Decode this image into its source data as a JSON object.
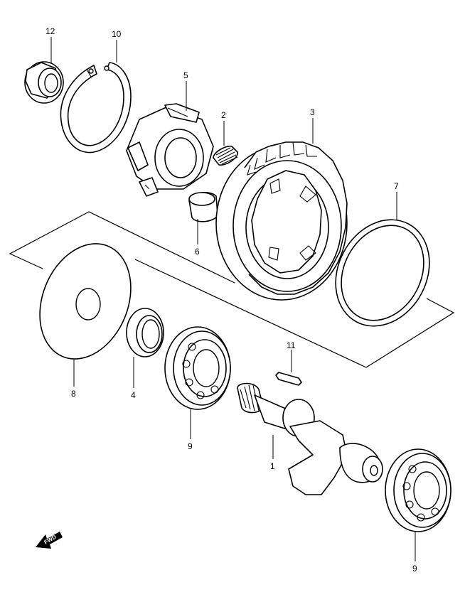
{
  "callouts": [
    {
      "id": "c12",
      "text": "12"
    },
    {
      "id": "c10",
      "text": "10"
    },
    {
      "id": "c5",
      "text": "5"
    },
    {
      "id": "c2",
      "text": "2"
    },
    {
      "id": "c3",
      "text": "3"
    },
    {
      "id": "c7",
      "text": "7"
    },
    {
      "id": "c6",
      "text": "6"
    },
    {
      "id": "c11",
      "text": "11"
    },
    {
      "id": "c8",
      "text": "8"
    },
    {
      "id": "c4",
      "text": "4"
    },
    {
      "id": "c9a",
      "text": "9"
    },
    {
      "id": "c1",
      "text": "1"
    },
    {
      "id": "c9b",
      "text": "9"
    }
  ],
  "fwd_label": "FWD"
}
